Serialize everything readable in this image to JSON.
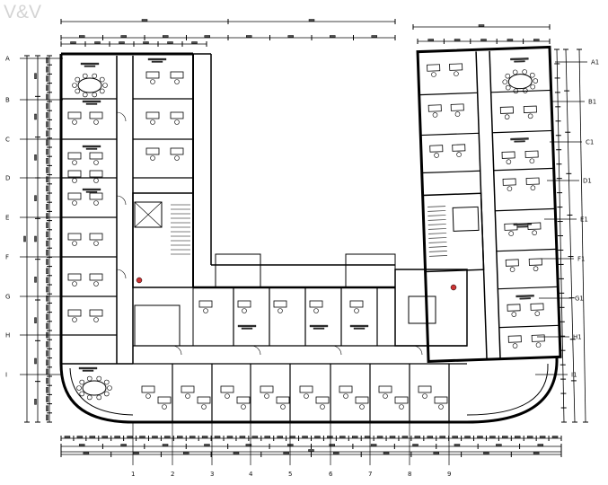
{
  "logo": "V&V",
  "plan": {
    "left_axis_labels": [
      "A",
      "B",
      "C",
      "D",
      "E",
      "F",
      "G",
      "H",
      "I"
    ],
    "right_axis_labels": [
      "A1",
      "B1",
      "C1",
      "D1",
      "E1",
      "F1",
      "G1",
      "H1",
      "I1"
    ],
    "bottom_axis_labels": [
      "1",
      "2",
      "3",
      "4",
      "5",
      "6",
      "7",
      "8",
      "9"
    ]
  }
}
